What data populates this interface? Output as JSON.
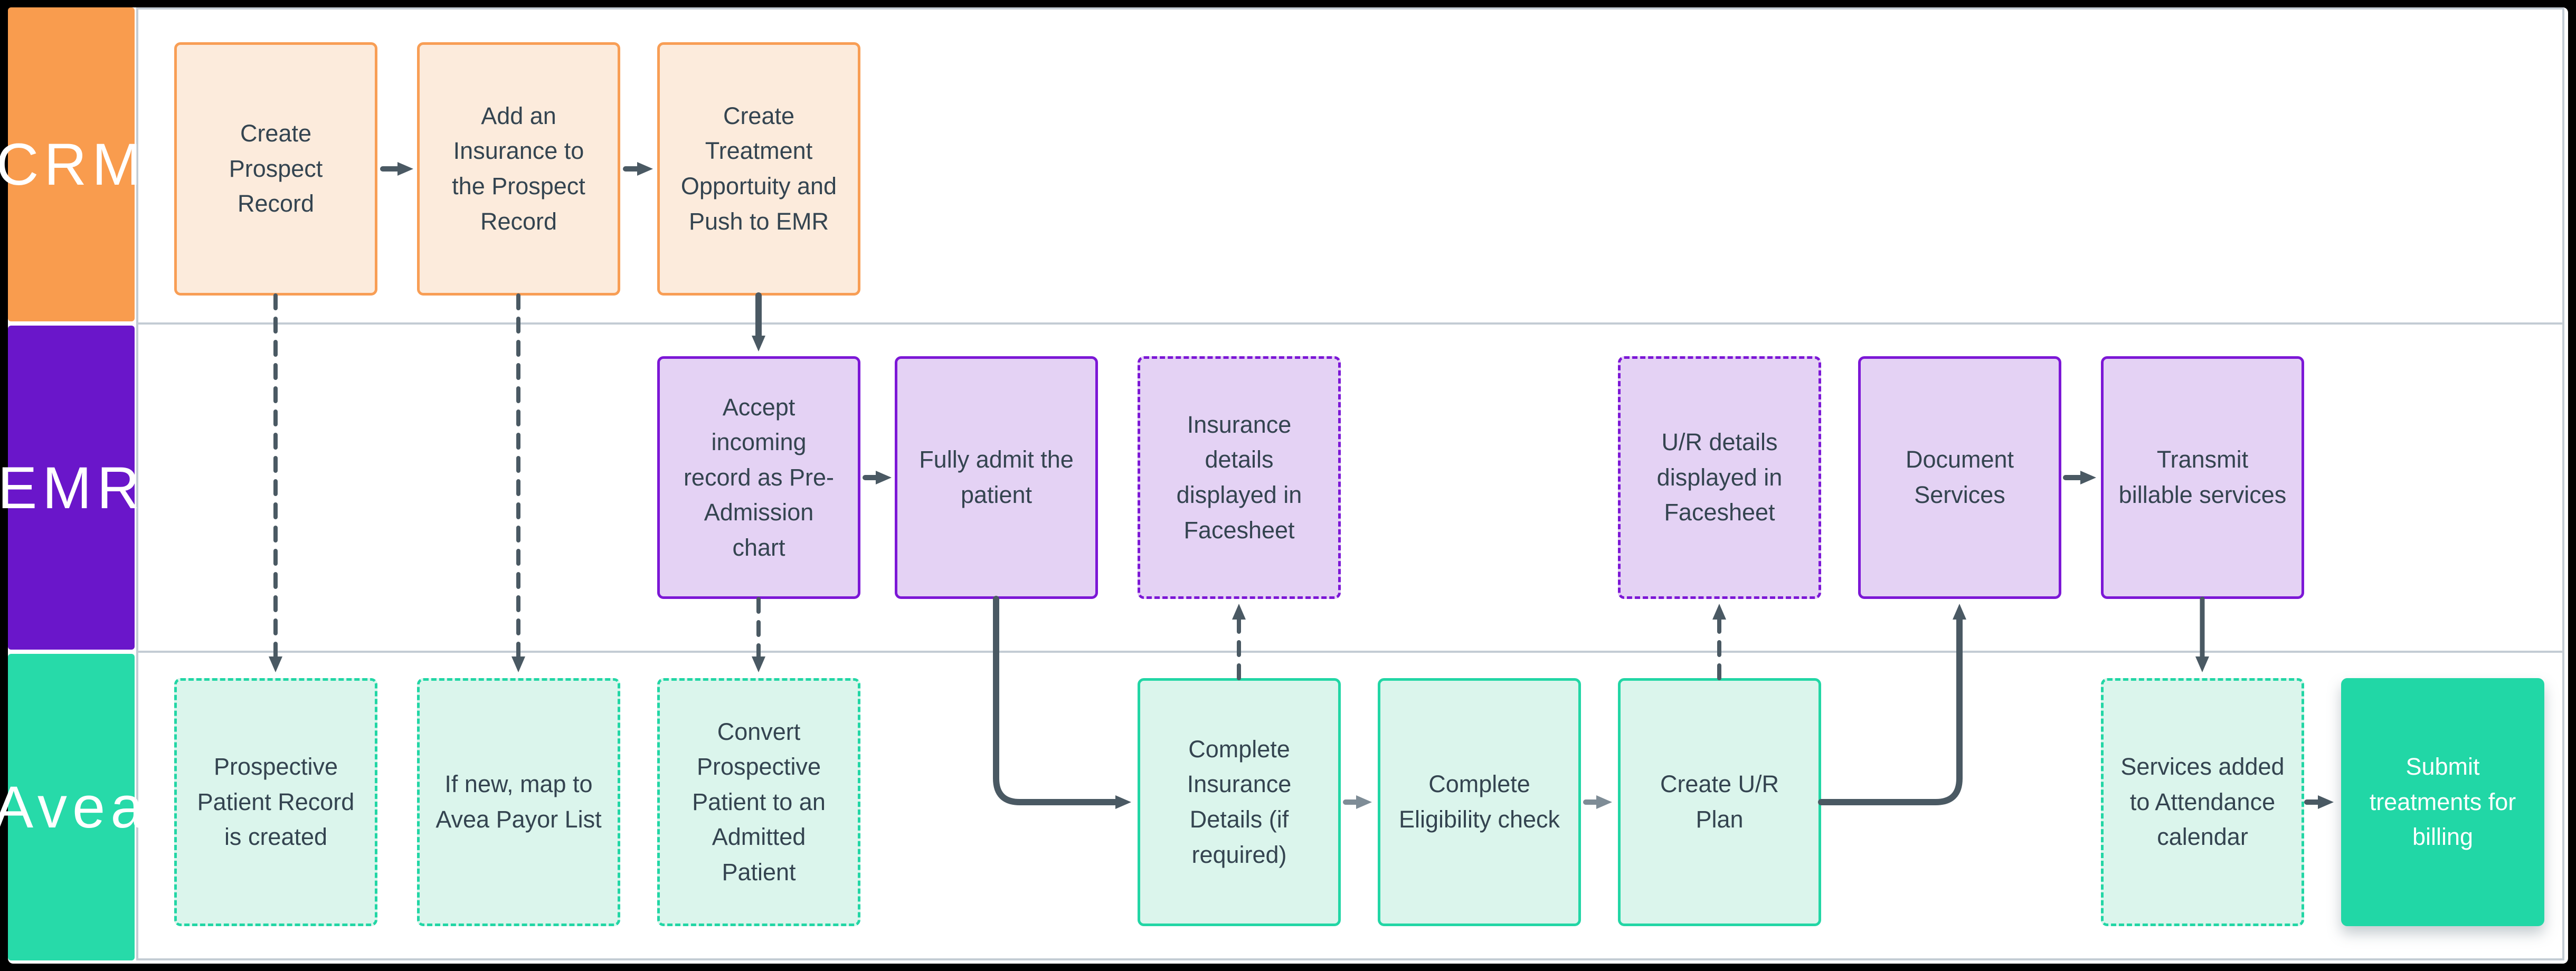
{
  "lanes": [
    {
      "id": "crm",
      "label": "CRM",
      "color": "#f99c4e"
    },
    {
      "id": "emr",
      "label": "EMR",
      "color": "#6a16ca"
    },
    {
      "id": "avea",
      "label": "Avea",
      "color": "#27daa9"
    }
  ],
  "nodes": {
    "crm_create_prospect": {
      "lane": "CRM",
      "style": "solid",
      "label": "Create Prospect Record"
    },
    "crm_add_insurance": {
      "lane": "CRM",
      "style": "solid",
      "label": "Add an Insurance to the Prospect Record"
    },
    "crm_create_treatment": {
      "lane": "CRM",
      "style": "solid",
      "label": "Create Treatment Opportuity and Push to EMR"
    },
    "emr_accept_incoming": {
      "lane": "EMR",
      "style": "solid",
      "label": "Accept incoming record as Pre-Admission chart"
    },
    "emr_fully_admit": {
      "lane": "EMR",
      "style": "solid",
      "label": "Fully admit the patient"
    },
    "emr_insurance_details": {
      "lane": "EMR",
      "style": "dashed",
      "label": "Insurance details displayed in Facesheet"
    },
    "emr_ur_details": {
      "lane": "EMR",
      "style": "dashed",
      "label": "U/R details displayed in Facesheet"
    },
    "emr_document_services": {
      "lane": "EMR",
      "style": "solid",
      "label": "Document Services"
    },
    "emr_transmit_billable": {
      "lane": "EMR",
      "style": "solid",
      "label": "Transmit billable services"
    },
    "avea_prospective_record": {
      "lane": "Avea",
      "style": "dashed",
      "label": "Prospective Patient Record is created"
    },
    "avea_map_payor": {
      "lane": "Avea",
      "style": "dashed",
      "label": "If new, map to Avea Payor List"
    },
    "avea_convert": {
      "lane": "Avea",
      "style": "dashed",
      "label": "Convert Prospective Patient to an Admitted Patient"
    },
    "avea_complete_insurance": {
      "lane": "Avea",
      "style": "solid",
      "label": "Complete Insurance Details (if required)"
    },
    "avea_eligibility": {
      "lane": "Avea",
      "style": "solid",
      "label": "Complete Eligibility check"
    },
    "avea_ur_plan": {
      "lane": "Avea",
      "style": "solid",
      "label": "Create U/R Plan"
    },
    "avea_services_added": {
      "lane": "Avea",
      "style": "dashed",
      "label": "Services added to Attendance calendar"
    },
    "avea_submit_billing": {
      "lane": "Avea",
      "style": "filled",
      "label": "Submit treatments for billing"
    }
  },
  "colors": {
    "crm_border": "#f89e55",
    "crm_fill": "#fcebdc",
    "emr_border": "#7c17d6",
    "emr_fill": "#e4d2f4",
    "avea_border": "#22d6a5",
    "avea_fill": "#dbf5ec",
    "avea_filled_fill": "#21d7a6",
    "text": "#344450",
    "connector_dark": "#4a5963",
    "connector_light": "#7e8c96",
    "lane_divider": "#c3ccd4",
    "canvas": "#ffffff",
    "frame": "#000000"
  }
}
